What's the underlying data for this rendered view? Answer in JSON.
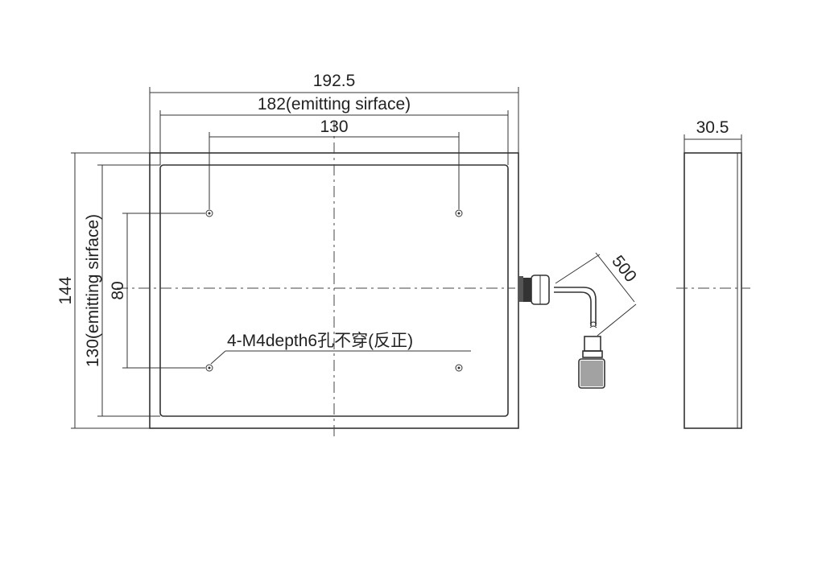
{
  "dimensions": {
    "overall_width": "192.5",
    "emitting_width": "182(emitting sirface)",
    "hole_spacing_x": "130",
    "overall_height": "144",
    "emitting_height": "130(emitting sirface)",
    "hole_spacing_y": "80",
    "cable_length": "500",
    "thickness": "30.5"
  },
  "annotations": {
    "holes_note": "4-M4depth6孔不穿(反正)"
  }
}
